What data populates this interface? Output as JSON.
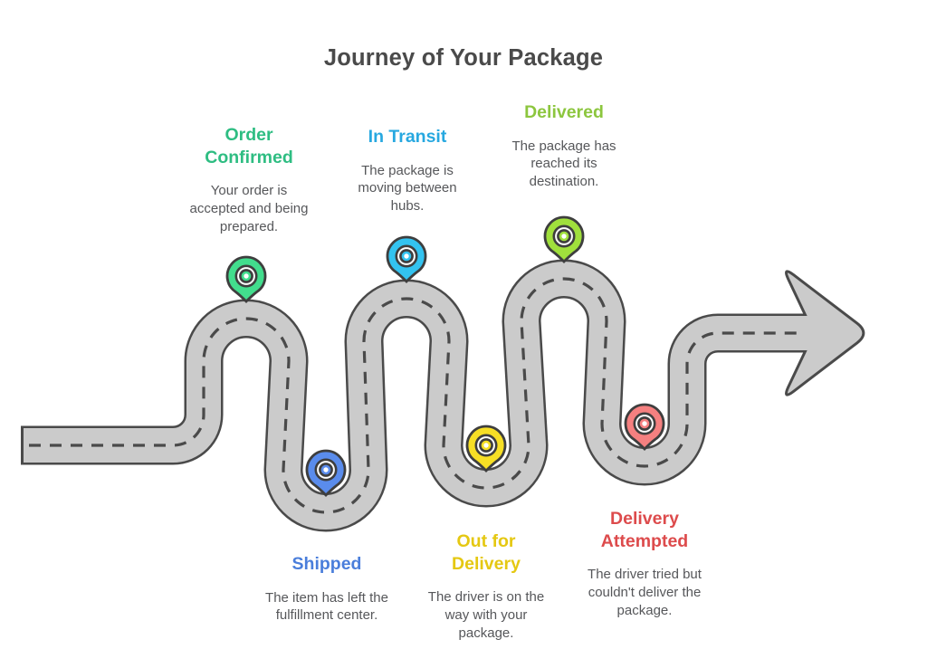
{
  "title": "Journey of Your Package",
  "colors": {
    "road_fill": "#cbcbcb",
    "road_outline": "#4a4a4a",
    "pin_outline": "#3e3e3e",
    "main_title_text": "#4a4a4a",
    "description_text": "#56575a",
    "background": "#ffffff"
  },
  "stages": [
    {
      "id": "order-confirmed",
      "label": "Order\nConfirmed",
      "description": "Your order is\naccepted and being\nprepared.",
      "color": "#2ebd82",
      "pin_color": "#42dd8d",
      "pin_position": "top"
    },
    {
      "id": "shipped",
      "label": "Shipped",
      "description": "The item has left the\nfulfillment center.",
      "color": "#4a7edb",
      "pin_color": "#5a8cec",
      "pin_position": "bottom"
    },
    {
      "id": "in-transit",
      "label": "In Transit",
      "description": "The package is\nmoving between\nhubs.",
      "color": "#27a8e0",
      "pin_color": "#33c3f0",
      "pin_position": "top"
    },
    {
      "id": "out-for-delivery",
      "label": "Out for\nDelivery",
      "description": "The driver is on the\nway with your\npackage.",
      "color": "#e5c812",
      "pin_color": "#f7df25",
      "pin_position": "bottom"
    },
    {
      "id": "delivered",
      "label": "Delivered",
      "description": "The package has\nreached its\ndestination.",
      "color": "#8cc63e",
      "pin_color": "#a0e03c",
      "pin_position": "top"
    },
    {
      "id": "delivery-attempted",
      "label": "Delivery\nAttempted",
      "description": "The driver tried but\ncouldn't deliver the\npackage.",
      "color": "#dd4b4c",
      "pin_color": "#f58080",
      "pin_position": "bottom"
    }
  ]
}
